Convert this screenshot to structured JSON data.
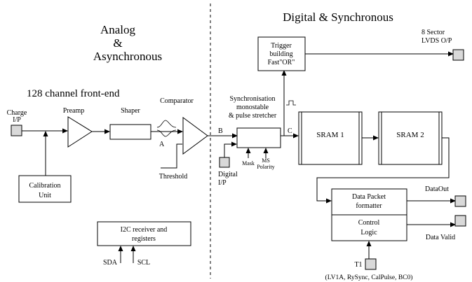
{
  "headings": {
    "analog_line1": "Analog",
    "analog_line2": "&",
    "analog_line3": "Asynchronous",
    "digital": "Digital  &  Synchronous",
    "frontend": "128 channel front-end"
  },
  "labels": {
    "charge_l1": "Charge",
    "charge_l2": "I/P",
    "preamp": "Preamp",
    "shaper": "Shaper",
    "comparator": "Comparator",
    "calib_l1": "Calibration",
    "calib_l2": "Unit",
    "threshold": "Threshold",
    "node_a": "A",
    "node_b": "B",
    "node_c": "C",
    "sync_l1": "Synchronisation",
    "sync_l2": "monostable",
    "sync_l3": "& pulse stretcher",
    "mask": "Mask",
    "ms": "MS",
    "polarity": "Polarity",
    "digital_l1": "Digital",
    "digital_l2": "I/P",
    "trigger_l1": "Trigger",
    "trigger_l2": "building",
    "trigger_l3": "Fast\"OR\"",
    "sector_l1": "8 Sector",
    "sector_l2": "LVDS O/P",
    "sram1": "SRAM 1",
    "sram2": "SRAM  2",
    "dp_l1": "Data Packet",
    "dp_l2": "formatter",
    "ctrl_l1": "Control",
    "ctrl_l2": "Logic",
    "dataout": "DataOut",
    "datavalid": "Data Valid",
    "t1": "T1",
    "t1_sub": "(LV1A, RySync, CalPulse, BC0)",
    "i2c_l1": "I2C receiver and",
    "i2c_l2": "registers",
    "sda": "SDA",
    "scl": "SCL"
  }
}
